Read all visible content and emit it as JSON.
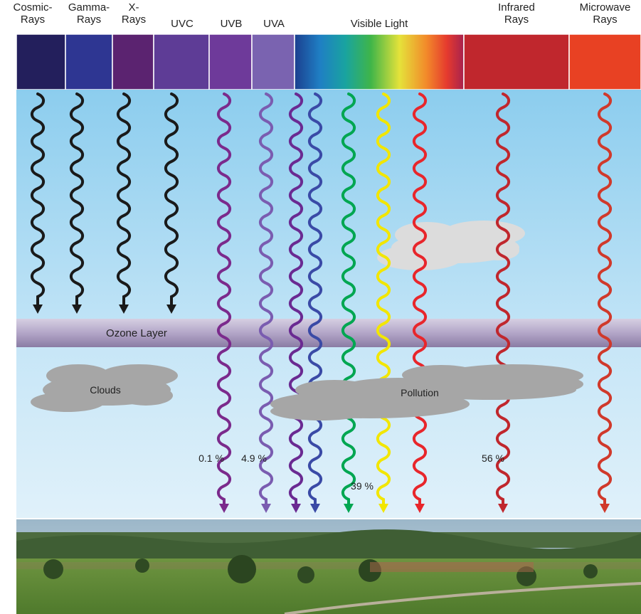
{
  "spectrum": [
    {
      "label": "Cosmic-\nRays",
      "color": "#231f5c"
    },
    {
      "label": "Gamma-\nRays",
      "color": "#2e3692"
    },
    {
      "label": "X-\nRays",
      "color": "#5b2370"
    },
    {
      "label": "UVC",
      "color": "#5e3c96"
    },
    {
      "label": "UVB",
      "color": "#6e3a9a"
    },
    {
      "label": "UVA",
      "color": "#7a63b0"
    },
    {
      "label": "Visible Light",
      "color": "gradient"
    },
    {
      "label": "Infrared\nRays",
      "color": "#c0272d"
    },
    {
      "label": "Microwave\nRays",
      "color": "#e84123"
    }
  ],
  "rays": [
    {
      "color": "#1a1a1a",
      "ends_at": "ozone"
    },
    {
      "color": "#1a1a1a",
      "ends_at": "ozone"
    },
    {
      "color": "#1a1a1a",
      "ends_at": "ozone"
    },
    {
      "color": "#1a1a1a",
      "ends_at": "ozone"
    },
    {
      "color": "#7b2a8c",
      "ends_at": "ground"
    },
    {
      "color": "#7a5cb0",
      "ends_at": "ground"
    },
    {
      "color": "#6a2a92",
      "ends_at": "ground"
    },
    {
      "color": "#3a4aa6",
      "ends_at": "ground"
    },
    {
      "color": "#00a651",
      "ends_at": "ground"
    },
    {
      "color": "#f2e600",
      "ends_at": "ground"
    },
    {
      "color": "#e8262b",
      "ends_at": "ground"
    },
    {
      "color": "#c0272d",
      "ends_at": "ground"
    },
    {
      "color": "#d0392b",
      "ends_at": "ground"
    }
  ],
  "ozone_label": "Ozone Layer",
  "clouds_label": "Clouds",
  "pollution_label": "Pollution",
  "percentages": {
    "uvb": "0.1 %",
    "uva": "4.9 %",
    "visible": "39 %",
    "infrared": "56 %"
  },
  "colors": {
    "sky_top": "#8ccdee",
    "sky_lower": "#cfeaf8",
    "ozone": "#b3a6c8",
    "cloud": "#a6a6a6",
    "cloud_light": "#dcdcdc",
    "grass": "#5f8a3a"
  }
}
